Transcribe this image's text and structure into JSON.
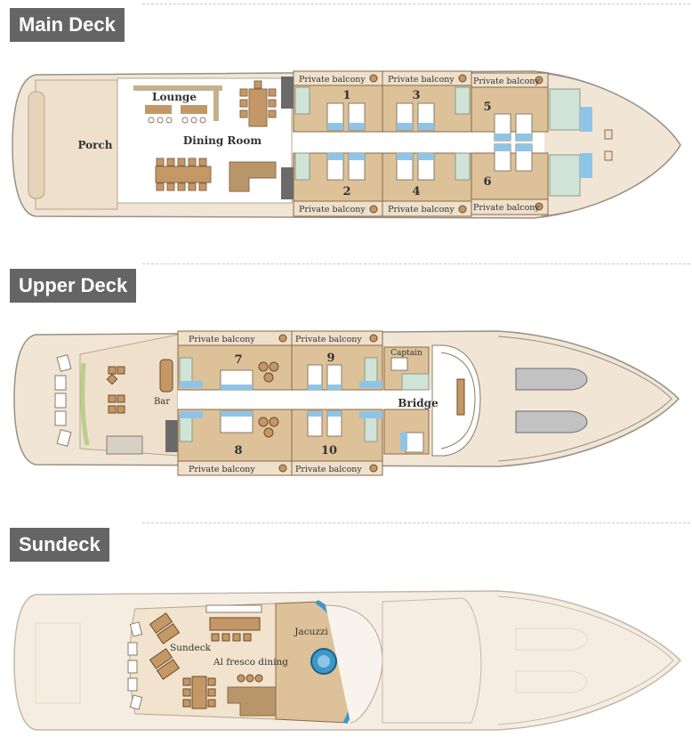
{
  "decks": {
    "main": {
      "title": "Main Deck",
      "labels": {
        "porch": "Porch",
        "lounge": "Lounge",
        "dining": "Dining Room",
        "balcony": "Private balcony"
      },
      "cabins": [
        "1",
        "2",
        "3",
        "4",
        "5",
        "6"
      ]
    },
    "upper": {
      "title": "Upper Deck",
      "labels": {
        "bar": "Bar",
        "captain": "Captain",
        "bridge": "Bridge",
        "balcony": "Private balcony"
      },
      "cabins": [
        "7",
        "8",
        "9",
        "10"
      ]
    },
    "sun": {
      "title": "Sundeck",
      "labels": {
        "sundeck": "Sundeck",
        "alfresco": "Al fresco dining",
        "jacuzzi": "Jacuzzi"
      }
    }
  },
  "colors": {
    "hull": "#f1e5d6",
    "hull_outline": "#9a8f85",
    "cabin": "#dcc199",
    "wood": "#c49866",
    "corridor": "#ffffff",
    "bathroom": "#cfe3d6",
    "bed_blue": "#8ec5e6",
    "jacuzzi": "#3e97c9"
  }
}
